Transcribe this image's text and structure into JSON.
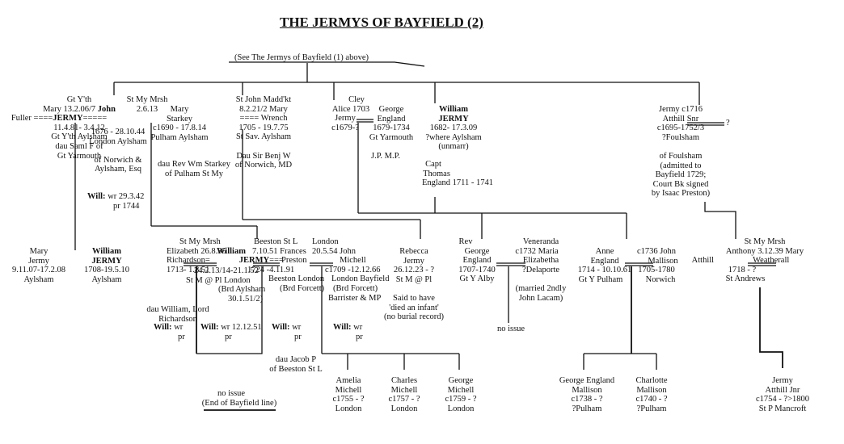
{
  "title": "THE JERMYS OF BAYFIELD (2)",
  "see_above": "(See The Jermys of Bayfield (1) above)",
  "gen1": {
    "mary_fuller": [
      "Gt Y'th",
      "Mary",
      "Fuller",
      "11.4.81- 3.4.12",
      "Gt Y'th  Aylsham",
      "",
      "dau Saml F of",
      "Gt Yarmouth"
    ],
    "marr_mf_date": "13.2.06/7",
    "john_name": "John",
    "john_surname": "JERMY",
    "john_info": [
      "1676  - 28.10.44",
      "London  Aylsham",
      "",
      "of Norwich &",
      "Aylsham, Esq"
    ],
    "john_will": "Will:",
    "john_will_rest": "wr 29.3.42",
    "john_pr": "pr    1744",
    "mary_starkey": [
      "St My Mrsh",
      "2.6.13",
      "",
      "c1690 - 17.8.14",
      "Pulham  Aylsham",
      "",
      "dau Rev Wm Starkey",
      "of Pulham St My"
    ],
    "mary_starkey_hdr": [
      "Mary",
      "Starkey"
    ],
    "wrench": [
      "St John Madd'kt",
      "8.2.21/2     Mary",
      "====  Wrench",
      "1705 - 19.7.75",
      "St Sav.  Aylsham",
      "",
      "Dau Sir Benj  W",
      "of Norwich, MD"
    ],
    "alice": [
      "Cley",
      "Alice   1703",
      "Jermy",
      "c1679-?"
    ],
    "george_england": [
      "George",
      "England",
      "1679-1734",
      "Gt Yarmouth",
      "",
      "J.P.   M.P."
    ],
    "william_jermy": [
      "William",
      "JERMY",
      "1682-  17.3.09",
      "?where  Aylsham",
      "(unmarr)"
    ],
    "capt_thomas": [
      "Capt",
      "Thomas",
      "England  1711 - 1741"
    ],
    "jermy_atthill": [
      "Jermy      c1716",
      "Atthill Snr",
      "c1695-1752/3",
      "?Foulsham",
      "",
      "of Foulsham",
      "(admitted to",
      "Bayfield 1729;",
      "Court Bk signed",
      "by Isaac Preston)"
    ],
    "spouse_q": "?"
  },
  "gen2": {
    "mary_jermy": [
      "Mary",
      "Jermy",
      "9.11.07-17.2.08",
      "Aylsham"
    ],
    "william_jermy2": [
      "William",
      "JERMY",
      "1708-19.5.10",
      "Aylsham"
    ],
    "elizabeth": [
      "St My Mrsh",
      "Elizabeth 26.8.35",
      "Richardson",
      "1713-  1.8.51",
      "",
      "",
      "dau William, Lord",
      "Richardson"
    ],
    "william_main": [
      "William",
      "JERMY"
    ],
    "william_main_info": [
      "24.2.13/14-21.1.52",
      "St M @ Pl   London",
      "(Brd Aylsham",
      "30.1.51/2)"
    ],
    "frances": [
      "Beeston St L",
      "7.10.51 Frances",
      "Preston",
      "1724 -4.11.91",
      "Beeston London",
      "(Brd Forcett)"
    ],
    "john_michell": [
      "London",
      "20.5.54  John",
      "Michell",
      "c1709 -12.12.66",
      "London Bayfield",
      "(Brd Forcett)",
      "Barrister & MP"
    ],
    "rebecca": [
      "Rebecca",
      "Jermy",
      "26.12.23 - ?",
      "St M @ Pl",
      "",
      "Said to have",
      "'died an infant'",
      "(no burial record)"
    ],
    "will_lbl": "Will:",
    "eliz_will": [
      "wr",
      "pr"
    ],
    "wm_will": [
      "wr 12.12.51",
      "pr"
    ],
    "fr_will": [
      "wr",
      "pr"
    ],
    "jm_will": [
      "wr",
      "pr"
    ],
    "dau_jacob": [
      "dau Jacob  P",
      "of Beeston St L"
    ],
    "no_issue_main": "no issue",
    "end_bayfield": "(End of Bayfield line)",
    "rev_george": [
      "Rev",
      "George",
      "England",
      "1707-1740",
      "Gt Y  Alby"
    ],
    "veneranda": [
      "Veneranda",
      "c1732  Maria",
      "Elizabetha",
      "?Delaporte",
      "",
      "(married 2ndly",
      "John Lacam)"
    ],
    "no_issue_vd": "no issue",
    "anne_england": [
      "Anne",
      "England",
      "1714 - 10.10.61",
      "Gt Y   Pulham"
    ],
    "john_mallison": [
      "c1736  John",
      "Mallison",
      "1705-1780",
      "Norwich"
    ],
    "anthony": [
      "St My Mrsh",
      "Anthony  3.12.39   Mary",
      "Atthill",
      "1718 - ?",
      "St Andrews"
    ],
    "weatherall": "Weatherall"
  },
  "gen3": {
    "amelia": [
      "Amelia",
      "Michell",
      "c1755 - ?",
      "London"
    ],
    "charles": [
      "Charles",
      "Michell",
      "c1757 - ?",
      "London"
    ],
    "george_m": [
      "George",
      "Michell",
      "c1759 - ?",
      "London"
    ],
    "george_em": [
      "George England",
      "Mallison",
      "c1738  - ?",
      "?Pulham"
    ],
    "charlotte": [
      "Charlotte",
      "Mallison",
      "c1740 - ?",
      "?Pulham"
    ],
    "jermy_jnr": [
      "Jermy",
      "Atthill Jnr",
      "c1754 - ?>1800",
      "St P Mancroft"
    ]
  }
}
